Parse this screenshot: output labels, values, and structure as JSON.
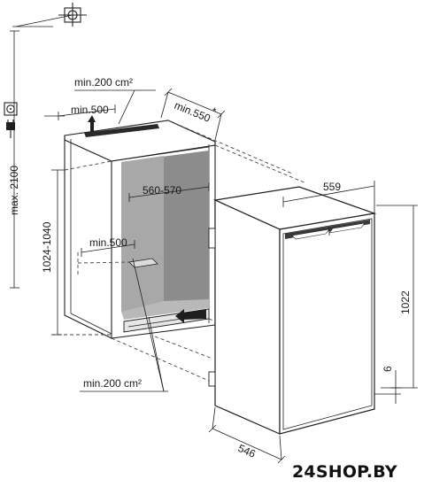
{
  "labels": {
    "top_vent": "min.200 cm²",
    "top_depth": "min.500",
    "niche_depth": "min.550",
    "asterisk": "*",
    "max_height": "max. 2100",
    "niche_height": "1024-1040",
    "niche_width": "560-570",
    "inner_depth": "min.500",
    "bottom_vent": "min.200 cm²",
    "fridge_width": "559",
    "fridge_height": "1022",
    "plinth_gap": "6",
    "fridge_depth": "546"
  },
  "icons": {
    "top_symbol": "crosshair-square-icon",
    "socket": "power-socket-icon",
    "plug": "power-plug-icon",
    "arrow_up": "airflow-up-arrow-icon",
    "arrow_in": "airflow-in-arrow-icon"
  },
  "watermark": "24SHOP.BY",
  "colors": {
    "line": "#1f1f1f",
    "interior": "#8c8c8c",
    "interior_light": "#b9b9b9",
    "background": "#ffffff"
  }
}
